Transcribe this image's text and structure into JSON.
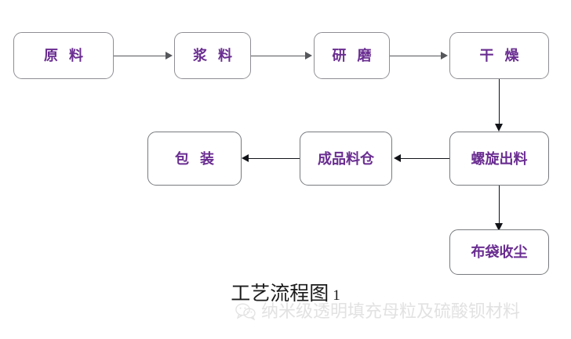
{
  "figure": {
    "caption_text": "工艺流程图",
    "caption_number": "1",
    "colors": {
      "node_text": "#6A2D91",
      "node_border": "#8F8F94",
      "arrow_light": "#55565A",
      "arrow_dark": "#111318",
      "caption": "#1B1B1B",
      "watermark": "#E2E2E2",
      "background": "#FFFFFF"
    }
  },
  "nodes": [
    {
      "id": "raw-material",
      "label": "原料",
      "row": 1
    },
    {
      "id": "slurry",
      "label": "浆料",
      "row": 1
    },
    {
      "id": "grinding",
      "label": "研磨",
      "row": 1
    },
    {
      "id": "drying",
      "label": "干燥",
      "row": 1
    },
    {
      "id": "packaging",
      "label": "包装",
      "row": 2
    },
    {
      "id": "finished-silo",
      "label": "成品料仓",
      "row": 2
    },
    {
      "id": "screw-discharge",
      "label": "螺旋出料",
      "row": 2
    },
    {
      "id": "bag-dust-collector",
      "label": "布袋收尘",
      "row": 3
    }
  ],
  "flow": [
    {
      "from": "原料",
      "to": "浆料",
      "direction": "right"
    },
    {
      "from": "浆料",
      "to": "研磨",
      "direction": "right"
    },
    {
      "from": "研磨",
      "to": "干燥",
      "direction": "right"
    },
    {
      "from": "干燥",
      "to": "螺旋出料",
      "direction": "down"
    },
    {
      "from": "螺旋出料",
      "to": "成品料仓",
      "direction": "left"
    },
    {
      "from": "成品料仓",
      "to": "包装",
      "direction": "left"
    },
    {
      "from": "螺旋出料",
      "to": "布袋收尘",
      "direction": "down"
    }
  ],
  "watermark": {
    "icon": "wechat-logo",
    "text": "纳米级透明填充母粒及硫酸钡材料"
  }
}
